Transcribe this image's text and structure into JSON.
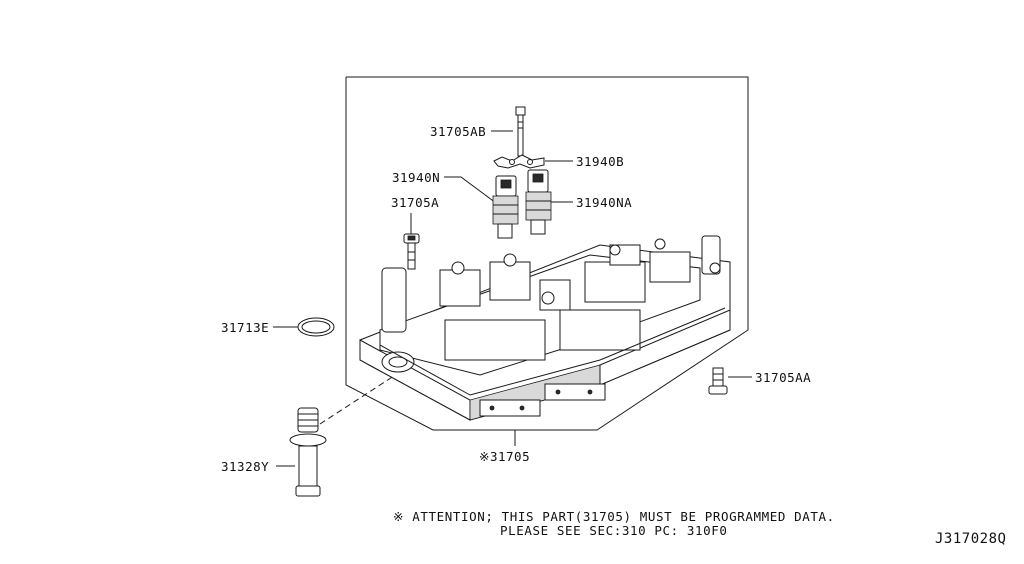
{
  "diagram": {
    "labels": {
      "p31705AB": "31705AB",
      "p31940B": "31940B",
      "p31940N": "31940N",
      "p31940NA": "31940NA",
      "p31705A": "31705A",
      "p31713E": "31713E",
      "p31705AA": "31705AA",
      "p31328Y": "31328Y",
      "p31705": "※31705"
    },
    "attention_line1": "※ ATTENTION; THIS PART(31705) MUST BE PROGRAMMED DATA.",
    "attention_line2": "PLEASE SEE SEC:310  PC: 310F0",
    "diagram_code": "J317028Q"
  }
}
